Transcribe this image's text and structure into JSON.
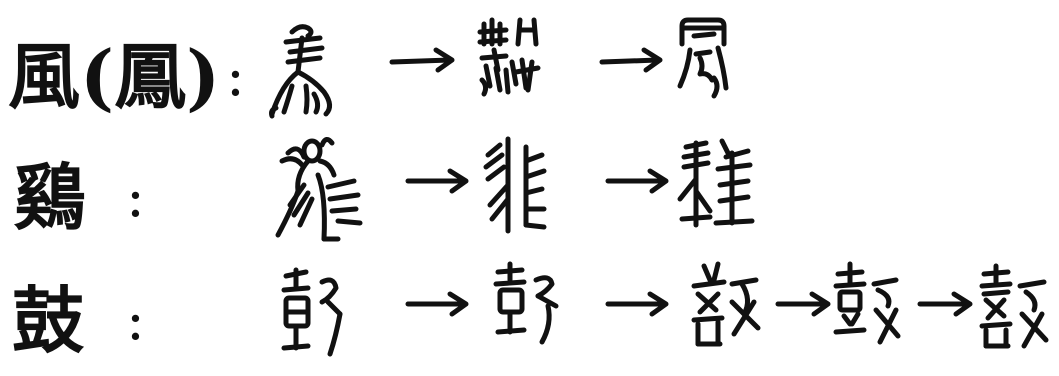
{
  "rows": [
    {
      "label": "風(鳳)",
      "separator": ":",
      "stages": [
        "oracle-bone-phoenix-a",
        "oracle-bone-phoenix-b",
        "seal-feng"
      ]
    },
    {
      "label": "鷄",
      "separator": ":",
      "stages": [
        "oracle-bone-chicken-a",
        "oracle-bone-chicken-b",
        "seal-ji"
      ]
    },
    {
      "label": "鼓",
      "separator": ":",
      "stages": [
        "oracle-bone-drum-a",
        "bronze-drum-b",
        "seal-drum-c",
        "seal-drum-d",
        "seal-drum-e"
      ]
    }
  ],
  "arrow_symbol": "→",
  "ink_color": "#111111",
  "background_color": "#ffffff"
}
